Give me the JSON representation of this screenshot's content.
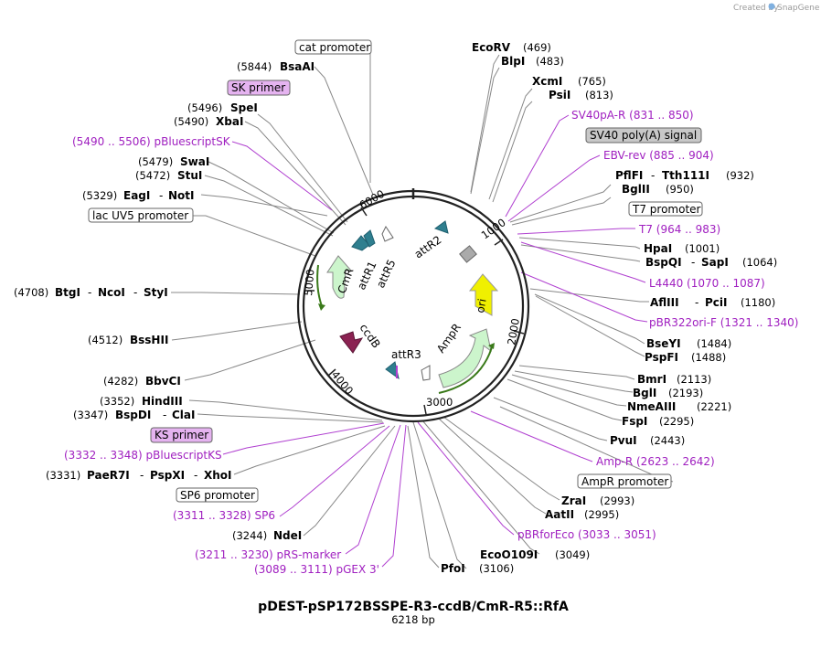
{
  "credit": {
    "created_by": "Created by",
    "brand": "SnapGene"
  },
  "map": {
    "title": "pDEST-pSP172BSSPE-R3-ccdB/CmR-R5::RfA",
    "length": "6218 bp",
    "ticks": [
      "1000",
      "2000",
      "3000",
      "4000",
      "5000",
      "6000"
    ],
    "features": [
      "attR2",
      "ori",
      "AmpR",
      "attR3",
      "ccdB",
      "CmR",
      "attR1",
      "attR5"
    ],
    "colors": {
      "feature_text": "#a020c0",
      "ori": "#f0f000",
      "ampr": "#ccf5cc",
      "cmr": "#ccf5cc",
      "ccdb": "#8b2252",
      "attr": "#2f7f8f",
      "box_gray": "#c8c8c8",
      "box_purple": "#e5b3f0"
    }
  },
  "right_labels": {
    "ecorv": [
      "EcoRV",
      "(469)"
    ],
    "blpi": [
      "BlpI",
      "(483)"
    ],
    "xcmi": [
      "XcmI",
      "(765)"
    ],
    "psii": [
      "PsiI",
      "(813)"
    ],
    "sv40pa_r": "SV40pA-R   (831 .. 850)",
    "sv40_box": "SV40 poly(A) signal",
    "ebv_rev": "EBV-rev   (885 .. 904)",
    "pflfi": [
      "PflFI",
      "Tth111I",
      "(932)"
    ],
    "bglii": [
      "BglII",
      "(950)"
    ],
    "t7_box": "T7 promoter",
    "t7": "T7   (964 .. 983)",
    "hpai": [
      "HpaI",
      "(1001)"
    ],
    "bspqi": [
      "BspQI",
      "SapI",
      "(1064)"
    ],
    "l4440": "L4440   (1070 .. 1087)",
    "afliii": [
      "AflIII",
      "PciI",
      "(1180)"
    ],
    "pbr322ori": "pBR322ori-F   (1321 .. 1340)",
    "bseyi": [
      "BseYI",
      "(1484)"
    ],
    "pspfi": [
      "PspFI",
      "(1488)"
    ],
    "bmri": [
      "BmrI",
      "(2113)"
    ],
    "bgli": [
      "BglI",
      "(2193)"
    ],
    "nmeaiii": [
      "NmeAIII",
      "(2221)"
    ],
    "fspi": [
      "FspI",
      "(2295)"
    ],
    "pvui": [
      "PvuI",
      "(2443)"
    ],
    "ampr": "Amp-R   (2623 .. 2642)",
    "ampr_box": "AmpR promoter",
    "zrai": [
      "ZraI",
      "(2993)"
    ],
    "aatii": [
      "AatII",
      "(2995)"
    ],
    "pbrforeco": "pBRforEco   (3033 .. 3051)",
    "eco0109i": [
      "EcoO109I",
      "(3049)"
    ],
    "pfoi": [
      "PfoI",
      "(3106)"
    ]
  },
  "left_labels": {
    "cat_box": "cat promoter",
    "bsaai": [
      "(5844)",
      "BsaAI"
    ],
    "sk_box": "SK primer",
    "spei": [
      "(5496)",
      "SpeI"
    ],
    "xbai": [
      "(5490)",
      "XbaI"
    ],
    "pbluescriptsk": "(5490 .. 5506)   pBluescriptSK",
    "swai": [
      "(5479)",
      "SwaI"
    ],
    "stui": [
      "(5472)",
      "StuI"
    ],
    "eagi": [
      "(5329)",
      "EagI",
      "NotI"
    ],
    "lacuv5_box": "lac UV5 promoter",
    "btgi": [
      "(4708)",
      "BtgI",
      "NcoI",
      "StyI"
    ],
    "bsshii": [
      "(4512)",
      "BssHII"
    ],
    "bbvci": [
      "(4282)",
      "BbvCI"
    ],
    "hindiii": [
      "(3352)",
      "HindIII"
    ],
    "bspdi": [
      "(3347)",
      "BspDI",
      "ClaI"
    ],
    "ks_box": "KS primer",
    "pbluescriptks": "(3332 .. 3348)   pBluescriptKS",
    "paer7i": [
      "(3331)",
      "PaeR7I",
      "PspXI",
      "XhoI"
    ],
    "sp6_box": "SP6 promoter",
    "sp6": "(3311 .. 3328)   SP6",
    "ndei": [
      "(3244)",
      "NdeI"
    ],
    "prs": "(3211 .. 3230)   pRS-marker",
    "pgex": "(3089 .. 3111)   pGEX 3'"
  }
}
